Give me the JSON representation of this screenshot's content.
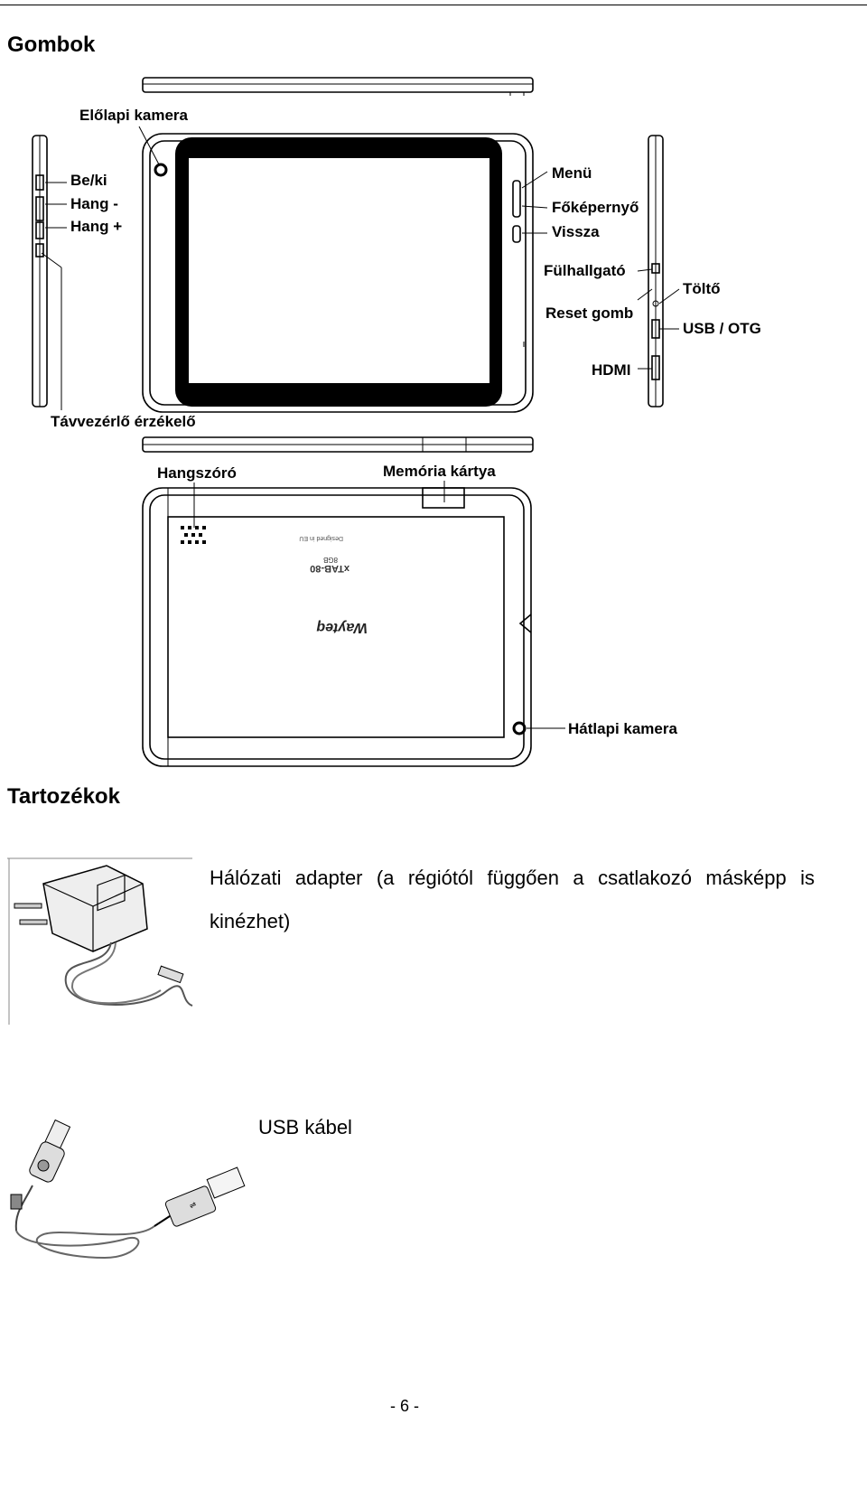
{
  "sections": {
    "buttons_title": "Gombok",
    "accessories_title": "Tartozékok"
  },
  "diagram_labels": {
    "front_camera": "Előlapi kamera",
    "power": "Be/ki",
    "volume_down": "Hang -",
    "volume_up": "Hang +",
    "menu": "Menü",
    "home": "Főképernyő",
    "back": "Vissza",
    "headphone": "Fülhallgató",
    "charger": "Töltő",
    "reset": "Reset gomb",
    "usb_otg": "USB / OTG",
    "hdmi": "HDMI",
    "remote_sensor": "Távvezérlő érzékelő",
    "speaker": "Hangszóró",
    "memory_card": "Memória kártya",
    "rear_camera": "Hátlapi kamera"
  },
  "accessories": [
    {
      "caption_line1": "Hálózati adapter (a régiótól függően a csatlakozó másképp is",
      "caption_line2": "kinézhet)"
    },
    {
      "caption_line1": "USB kábel"
    }
  ],
  "page_number": "- 6 -"
}
